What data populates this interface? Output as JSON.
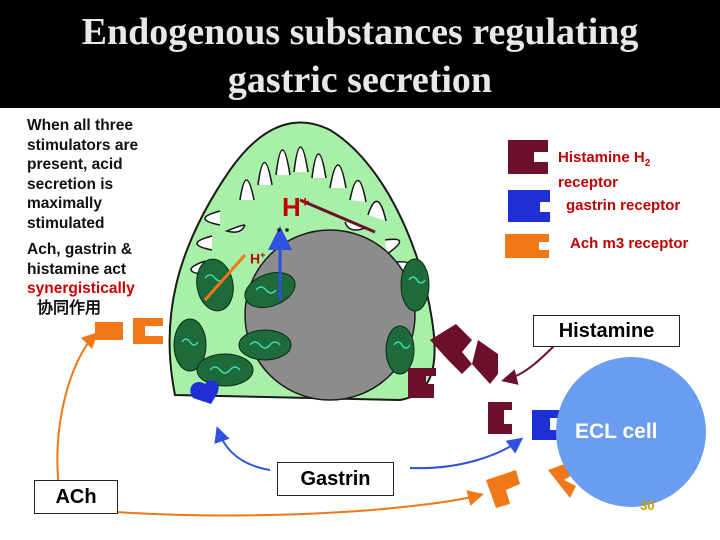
{
  "slide": {
    "title_line1": "Endogenous substances regulating",
    "title_line2": "gastric secretion",
    "page_number": "30"
  },
  "left_text": {
    "lines1": [
      "When all three",
      "stimulators are",
      "present, acid",
      "secretion is",
      "maximally",
      "stimulated"
    ],
    "lines2": [
      "Ach, gastrin &",
      "histamine act"
    ],
    "highlight": "synergistically",
    "chinese": "协同作用"
  },
  "legend": {
    "histamine_h2_line1": "Histamine H",
    "histamine_h2_sub": "2",
    "histamine_h2_line2": "receptor",
    "gastrin_receptor": "gastrin receptor",
    "ach_receptor": "Ach m3 receptor"
  },
  "labels": {
    "h_plus_large": "H",
    "h_plus_small": "H",
    "plus": "+",
    "histamine": "Histamine",
    "ecl_cell": "ECL cell",
    "gastrin": "Gastrin",
    "ach": "ACh"
  },
  "colors": {
    "histamine_receptor": "#6b0f2a",
    "gastrin_receptor": "#1f2fd6",
    "ach_receptor": "#f07818",
    "cell_fill": "#a8f0a8",
    "nucleus": "#888888",
    "mitochondria": "#1e6a3a",
    "ecl_cell": "#6a9cf0"
  }
}
